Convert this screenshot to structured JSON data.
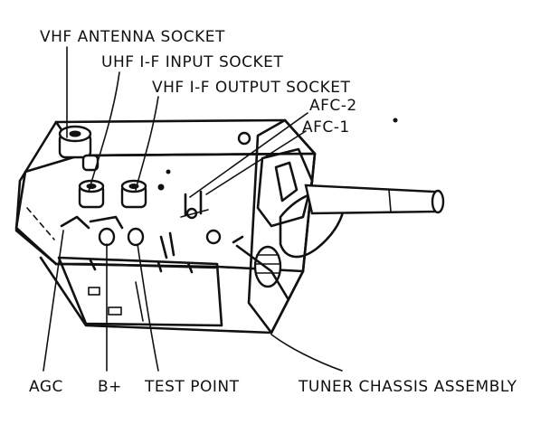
{
  "labels": {
    "vhf_antenna_socket": "VHF ANTENNA SOCKET",
    "uhf_if_input_socket": "UHF I-F INPUT SOCKET",
    "vhf_if_output_socket": "VHF I-F OUTPUT SOCKET",
    "afc2": "AFC-2",
    "afc1": "AFC-1",
    "agc": "AGC",
    "b_plus": "B+",
    "test_point": "TEST POINT",
    "tuner_chassis_assembly": "TUNER CHASSIS ASSEMBLY"
  }
}
